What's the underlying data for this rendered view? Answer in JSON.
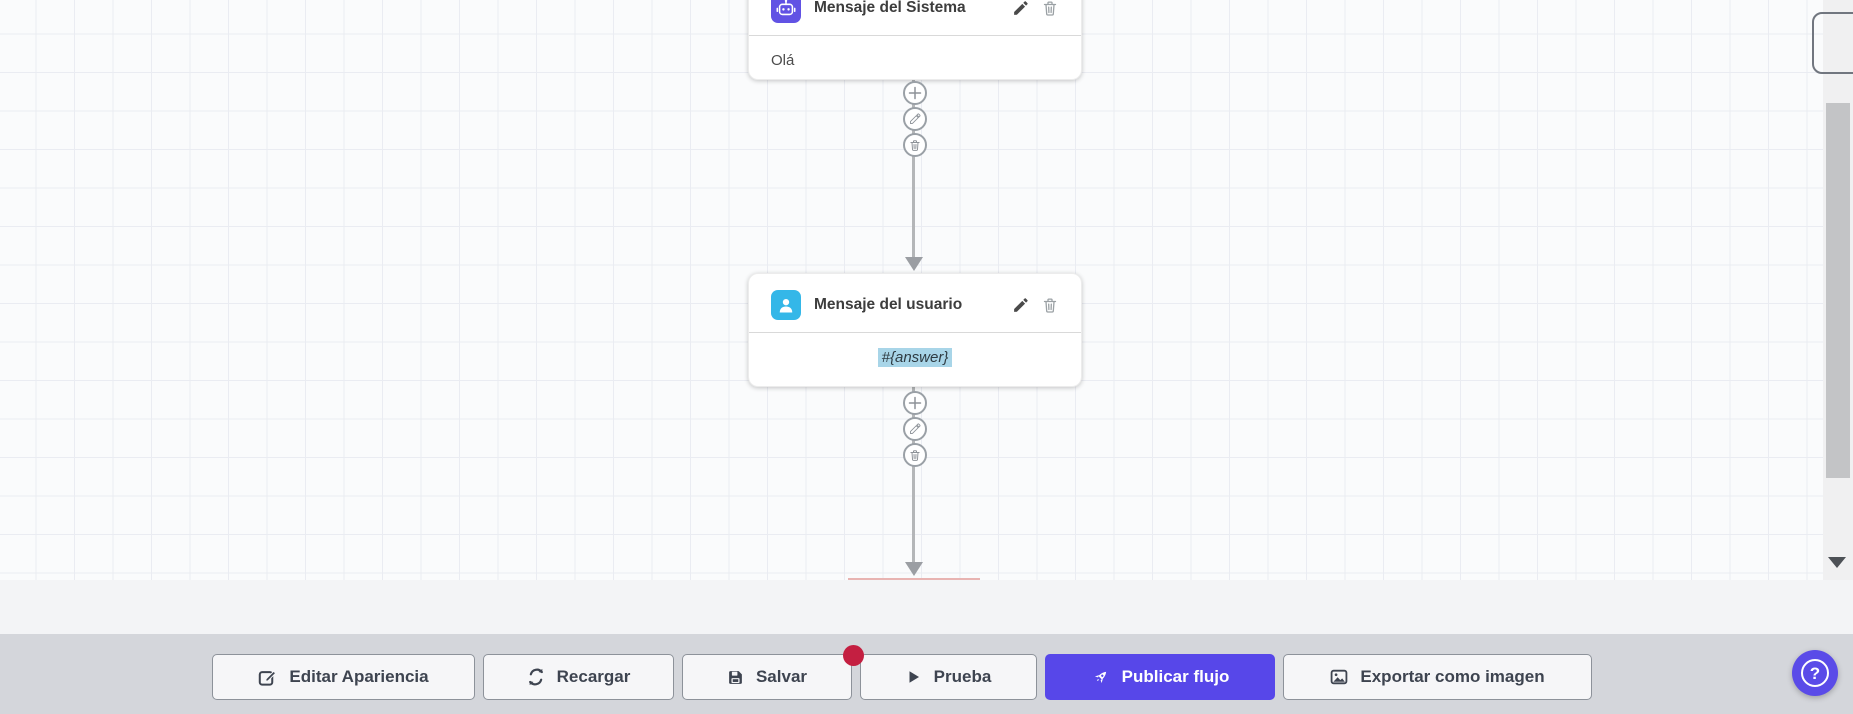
{
  "canvas": {
    "nodes": [
      {
        "title": "Mensaje del Sistema",
        "body": "Olá",
        "icon": "robot-icon",
        "icon_color": "#6152e4",
        "actions": [
          "edit",
          "delete"
        ]
      },
      {
        "title": "Mensaje del usuario",
        "body": "#{answer}",
        "icon": "user-icon",
        "icon_color": "#34b7e8",
        "body_highlight_color": "#a8d5e8",
        "actions": [
          "edit",
          "delete"
        ]
      }
    ],
    "connector_actions": [
      "add-icon",
      "pencil-icon",
      "trash-icon"
    ],
    "colors": {
      "grid_line": "#eaecf2",
      "connector": "#b4b6b8",
      "clipped_node_edge": "#e8b4b2"
    }
  },
  "scrollbar": {
    "orientation": "vertical",
    "thumb_color": "#c3c4c6",
    "track_color": "#f0f0f1"
  },
  "toolbar": {
    "buttons": [
      {
        "label": "Editar Apariencia",
        "icon": "edit-square-icon"
      },
      {
        "label": "Recargar",
        "icon": "refresh-icon"
      },
      {
        "label": "Salvar",
        "icon": "save-icon",
        "notification_badge": true
      },
      {
        "label": "Prueba",
        "icon": "play-icon"
      },
      {
        "label": "Publicar flujo",
        "icon": "rocket-icon",
        "primary": true
      },
      {
        "label": "Exportar como imagen",
        "icon": "image-icon"
      }
    ],
    "badge_color": "#c41f41",
    "primary_color": "#5747e9"
  },
  "help_button": {
    "icon": "question-icon",
    "color": "#5a4be8"
  }
}
